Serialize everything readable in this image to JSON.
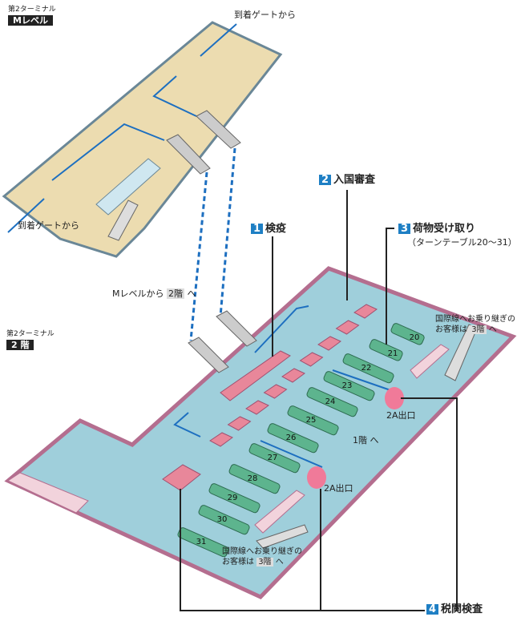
{
  "m_level": {
    "terminal": "第2ターミナル",
    "level": "Mレベル",
    "gate_top": "到着ゲートから",
    "gate_left": "到着ゲートから"
  },
  "floor2": {
    "terminal": "第2ターミナル",
    "level": "2 階"
  },
  "transfer_m": {
    "prefix": "Mレベルから",
    "floor": "2階",
    "suffix": "へ"
  },
  "steps": [
    {
      "num": "1",
      "label": "検疫"
    },
    {
      "num": "2",
      "label": "入国審査"
    },
    {
      "num": "3",
      "label": "荷物受け取り",
      "sub": "（ターンテーブル20〜31）"
    },
    {
      "num": "4",
      "label": "税関検査"
    }
  ],
  "carousels": [
    "20",
    "21",
    "22",
    "23",
    "24",
    "25",
    "26",
    "27",
    "28",
    "29",
    "30",
    "31"
  ],
  "exits": [
    "2A出口",
    "2A出口"
  ],
  "first_floor": "1階 へ",
  "transfer_notes": [
    {
      "line1": "国際線へお乗り継ぎの",
      "line2a": "お客様は",
      "floor": "3階",
      "line2b": "へ"
    },
    {
      "line1": "国際線へお乗り継ぎの",
      "line2a": "お客様は",
      "floor": "3階",
      "line2b": "へ"
    }
  ],
  "colors": {
    "floor": "#9fcfdb",
    "wall": "#b46e8f",
    "mfloor": "#ecdcb0",
    "mwall": "#6a8797",
    "booth": "#e8879a",
    "carousel": "#5db48e",
    "route": "#1d6fc0"
  }
}
